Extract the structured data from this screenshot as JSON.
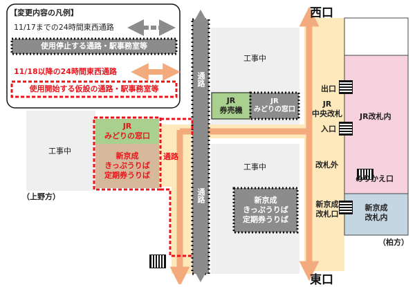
{
  "legend": {
    "title": "【変更内容の凡例】",
    "old_route": "11/17までの24時間東西通路",
    "old_closed": "使用停止する通路・駅事務室等",
    "new_route": "11/18以降の24時間東西通路",
    "new_open": "使用開始する仮設の通路・駅事務室等"
  },
  "labels": {
    "west_exit": "西口",
    "east_exit": "東口",
    "ueno": "（上野方）",
    "kashiwa": "（柏方）",
    "construction": "工事中",
    "passage": "通路",
    "jr_ticket_machine": "JR\n券売機",
    "jr_midori_old": "JR\nみどりの窓口",
    "jr_midori_new": "JR\nみどりの窓口",
    "shinkeisei_new": "新京成\nきっぷうりば\n定期券うりば",
    "shinkeisei_old": "新京成\nきっぷうりば\n定期券うりば",
    "exit": "出口",
    "entrance": "入口",
    "jr_central_gate": "JR\n中央改札",
    "outside_gate": "改札外",
    "jr_inside_gate": "JR改札内",
    "transfer_exit": "のりかえ口",
    "shinkeisei_gate": "新京成\n改札口",
    "shinkeisei_inside": "新京成\n改札内"
  },
  "colors": {
    "old_route_gray": "#8c8c8c",
    "new_route_orange": "#f3aa7c",
    "concourse_yellow": "#fde9bb",
    "jr_green": "#a9d08e",
    "shinkeisei_brown": "#d6b99a",
    "jr_inside_pink": "#f7d1de",
    "shinkeisei_blue": "#c5d6e3",
    "construction_gray": "#efefef",
    "accent_red": "#e8141b"
  }
}
